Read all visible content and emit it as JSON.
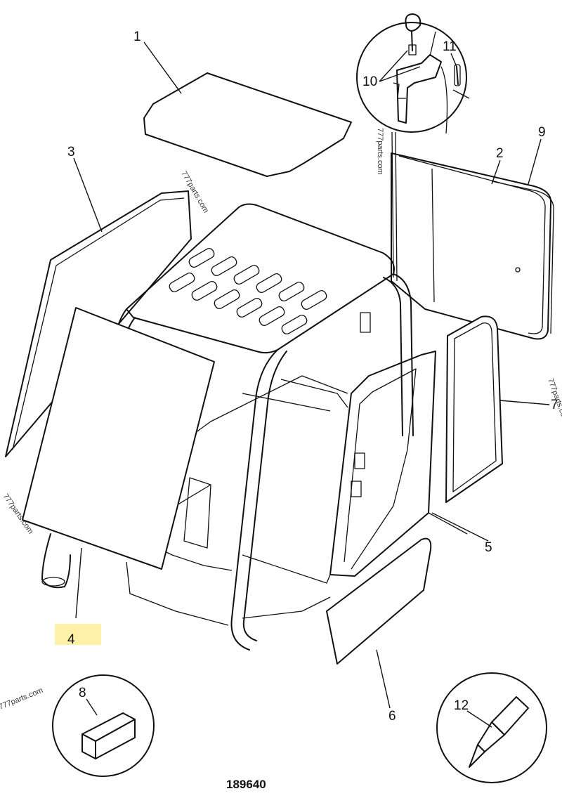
{
  "diagram": {
    "number": "189640",
    "callouts": [
      "1",
      "2",
      "3",
      "4",
      "5",
      "6",
      "7",
      "8",
      "9",
      "10",
      "11",
      "12"
    ],
    "watermark": "777parts.com",
    "highlight_color": "#fff2a8"
  }
}
